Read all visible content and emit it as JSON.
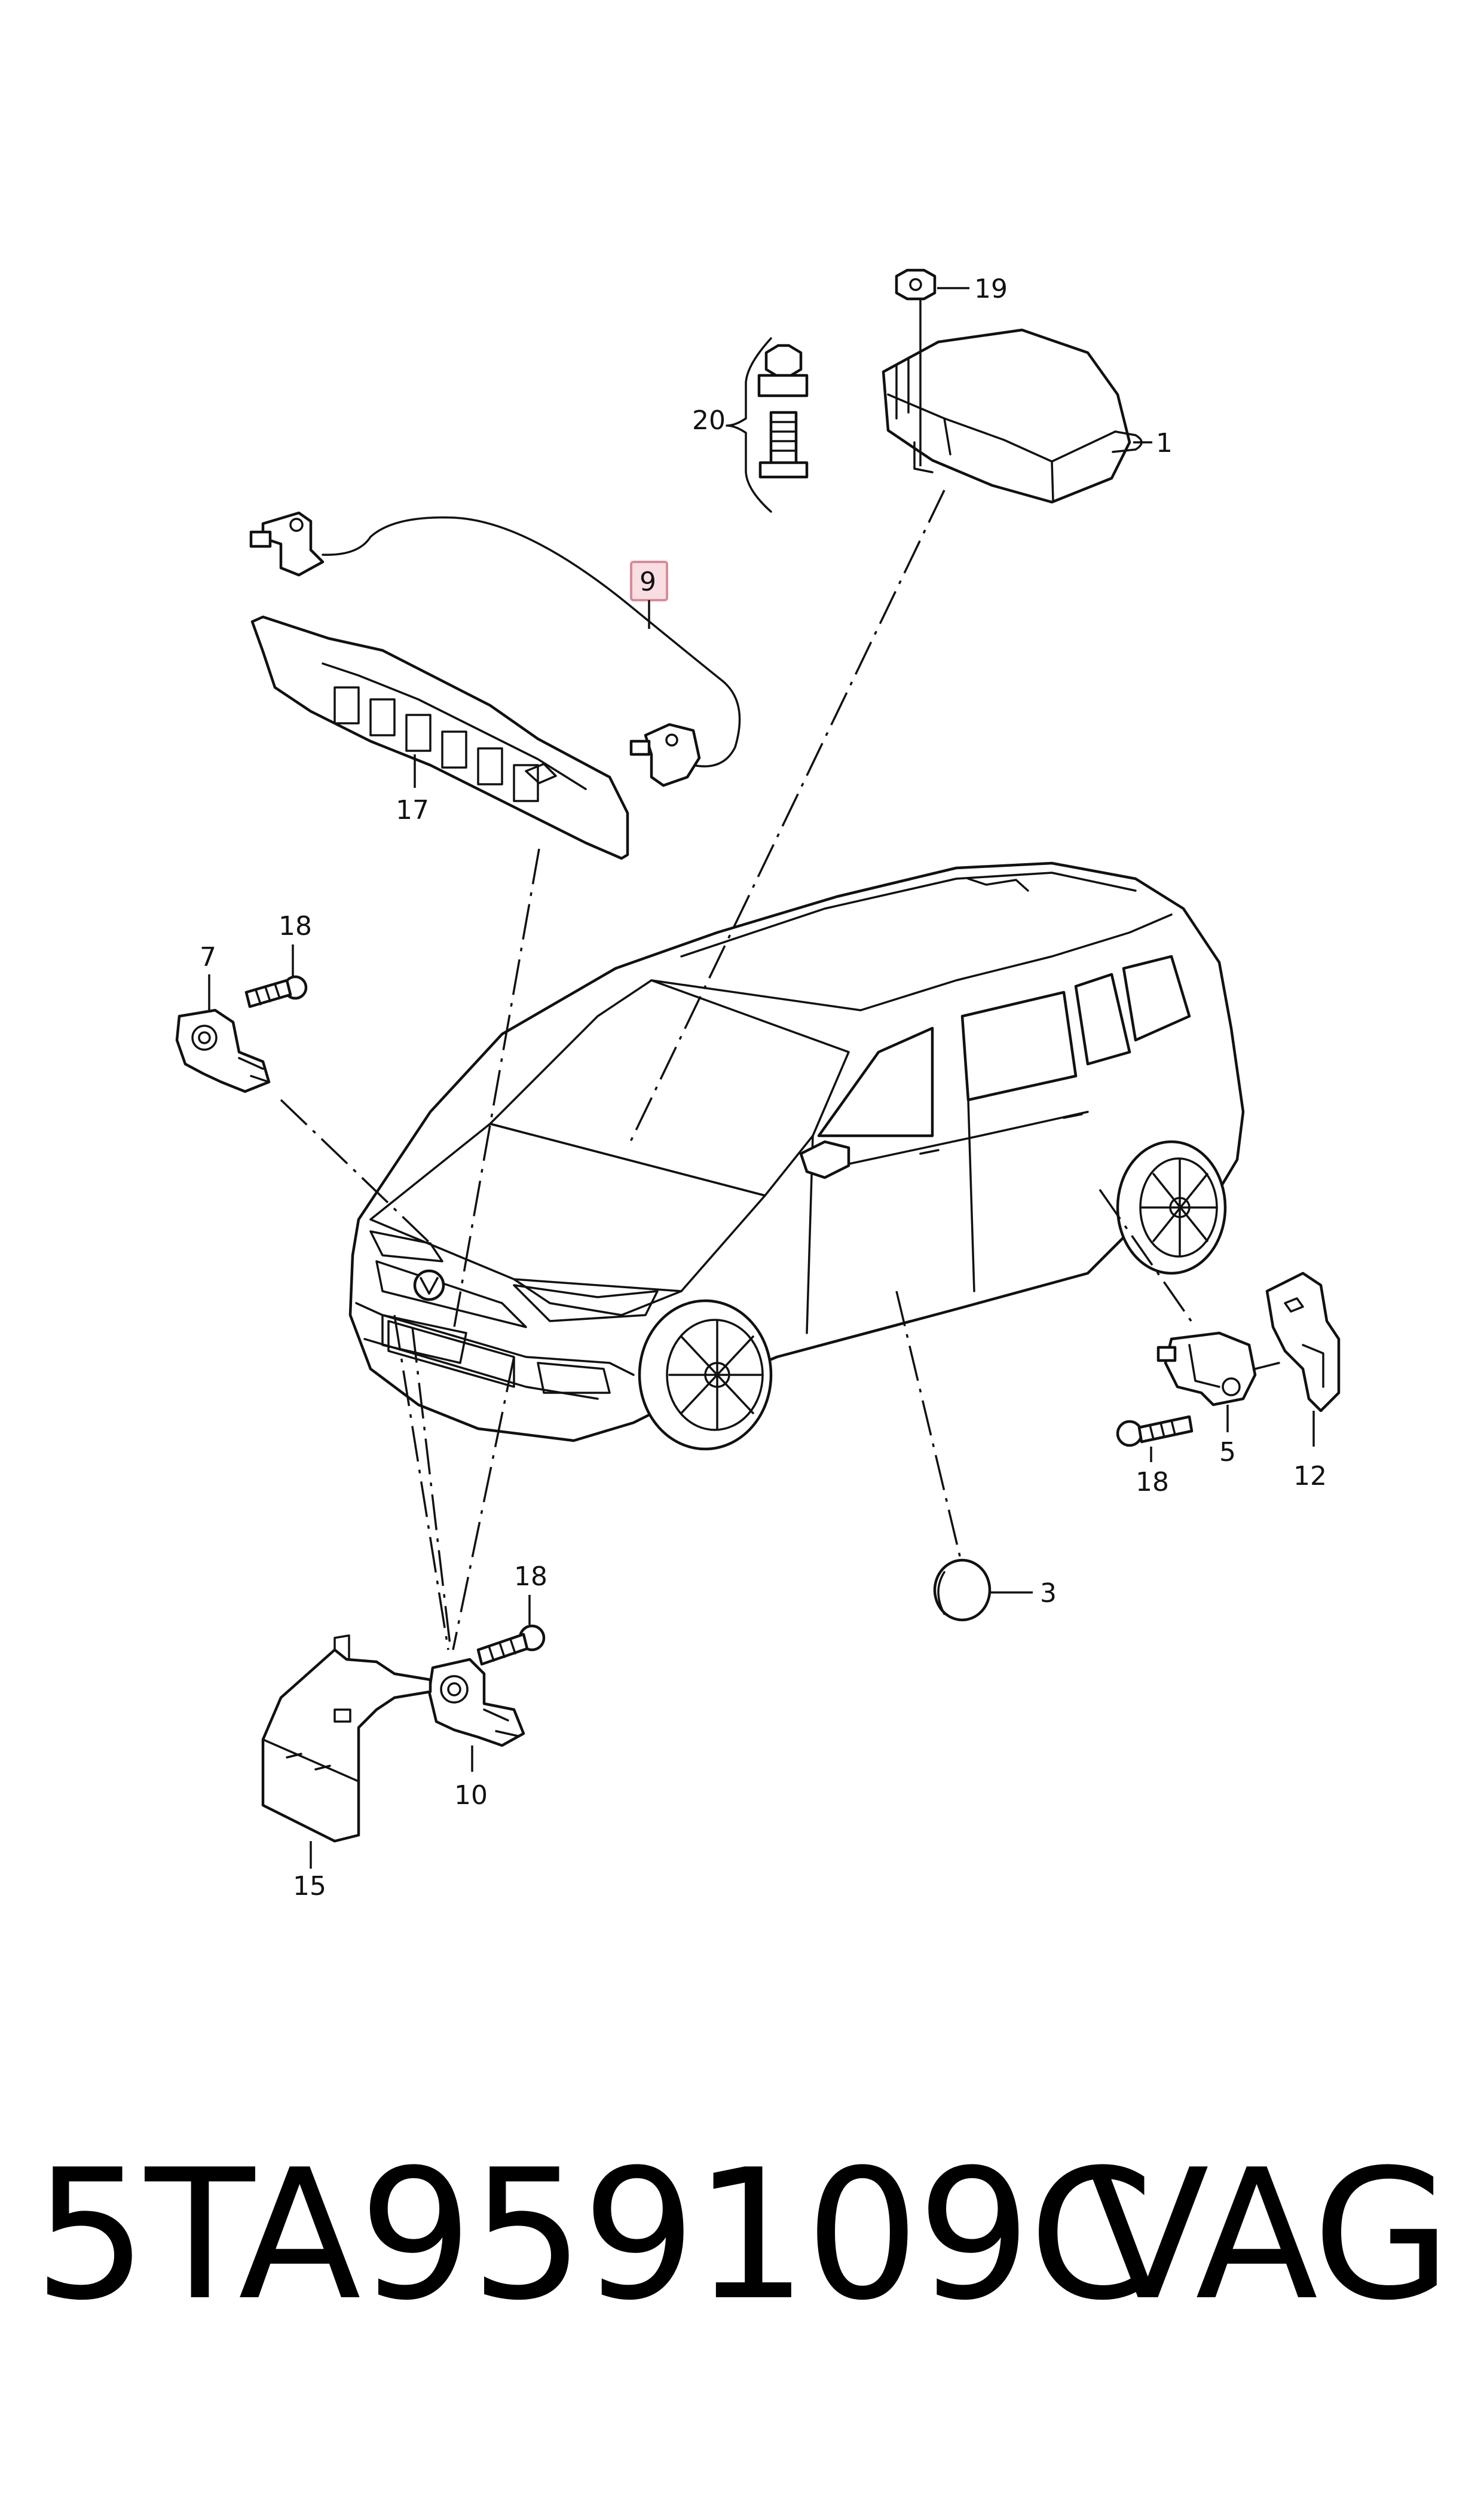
{
  "callouts": {
    "c1": "1",
    "c3": "3",
    "c5": "5",
    "c7": "7",
    "c9": "9",
    "c10": "10",
    "c12": "12",
    "c15": "15",
    "c17": "17",
    "c18a": "18",
    "c18b": "18",
    "c18c": "18",
    "c19": "19",
    "c20": "20"
  },
  "footer": {
    "part_number": "5TA959109C",
    "brand": "VAG"
  },
  "colors": {
    "line": "#111111",
    "highlight_fill": "#f8dde2",
    "highlight_border": "#d98a98",
    "background": "#ffffff"
  }
}
